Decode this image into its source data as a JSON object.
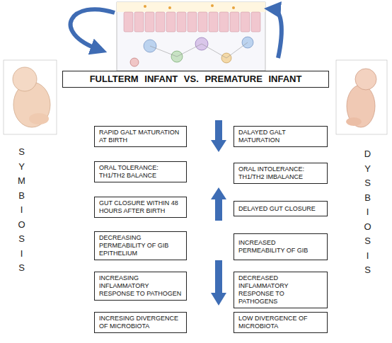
{
  "diagram": {
    "nodes": [
      {
        "text": [
          "FULLTERM INFANT VS. PREMATURE INFANT"
        ]
      },
      {
        "text": [
          "RAPID GALT MATURATION AT BIRTH"
        ]
      },
      {
        "text": [
          "DALAYED GALT MATURATION"
        ]
      },
      {
        "text": [
          "ORAL TOLERANCE: TH1/TH2 BALANCE"
        ]
      },
      {
        "text": [
          "ORAL INTOLERANCE: TH1/TH2 IMBALANCE"
        ]
      },
      {
        "text": [
          "GUT CLOSURE WITHIN 48 HOURS AFTER BIRTH"
        ]
      },
      {
        "text": [
          "DELAYED GUT CLOSURE"
        ]
      },
      {
        "text": [
          "DECREASING PERMEABILITY OF GIB EPITHELIUM"
        ]
      },
      {
        "text": [
          "INCREASED PERMEABILITY OF GIB"
        ]
      },
      {
        "text": [
          "INCREASING INFLAMMATORY RESPONSE TO PATHOGEN"
        ]
      },
      {
        "text": [
          "DECREASED INFLAMMATORY RESPONSE TO PATHOGENS"
        ]
      },
      {
        "text": [
          "INCRESING DIVERGENCE OF MICROBIOTA"
        ]
      },
      {
        "text": [
          "LOW DIVERGENCE OF MICROBIOTA"
        ]
      }
    ],
    "labels": [
      "SYMBIOSIS",
      "DYSBIOSIS"
    ]
  }
}
